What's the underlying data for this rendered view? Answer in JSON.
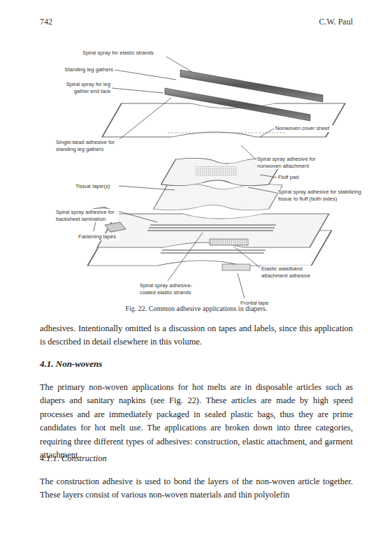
{
  "diagram": {
    "caption": "Fig. 22. Common adhesive applications in diapers.",
    "labels": [
      "742",
      "C.W. Paul",
      "Spiral spray for elastic strands",
      "Standing leg gathers",
      "Spiral spray for leg gather end tack",
      "Single-bead adhesive for standing leg gathers",
      "Tissue layer(s)",
      "Spiral spray adhesive for backsheet lamination",
      "Fastening tapes",
      "Spiral spray adhesive-coated elastic strands",
      "Frontal tape",
      "Elastic waistband attachment adhesive",
      "Spiral spray adhesive for stabilizing tissue to fluff (both sides)",
      "Fluff pad",
      "Spiral spray adhesive for nonwoven attachment",
      "Nonwoven cover sheet",
      "adhesives. Intentionally omitted is a discussion on tapes and labels, since this application is described in detail elsewhere in this volume.",
      "4.1. Non-wovens",
      "The primary non-woven applications for hot melts are in disposable articles such as diapers and sanitary napkins (see Fig. 22). These articles are made by high speed processes and are immediately packaged in sealed plastic bags, thus they are prime candidates for hot melt use. The applications are broken down into three categories, requiring three different types of adhesives: construction, elastic attachment, and garment attachment.",
      "4.1.1. Construction",
      "The construction adhesive is used to bond the layers of the non-woven article together. These layers consist of various non-woven materials and thin polyolefin"
    ]
  }
}
